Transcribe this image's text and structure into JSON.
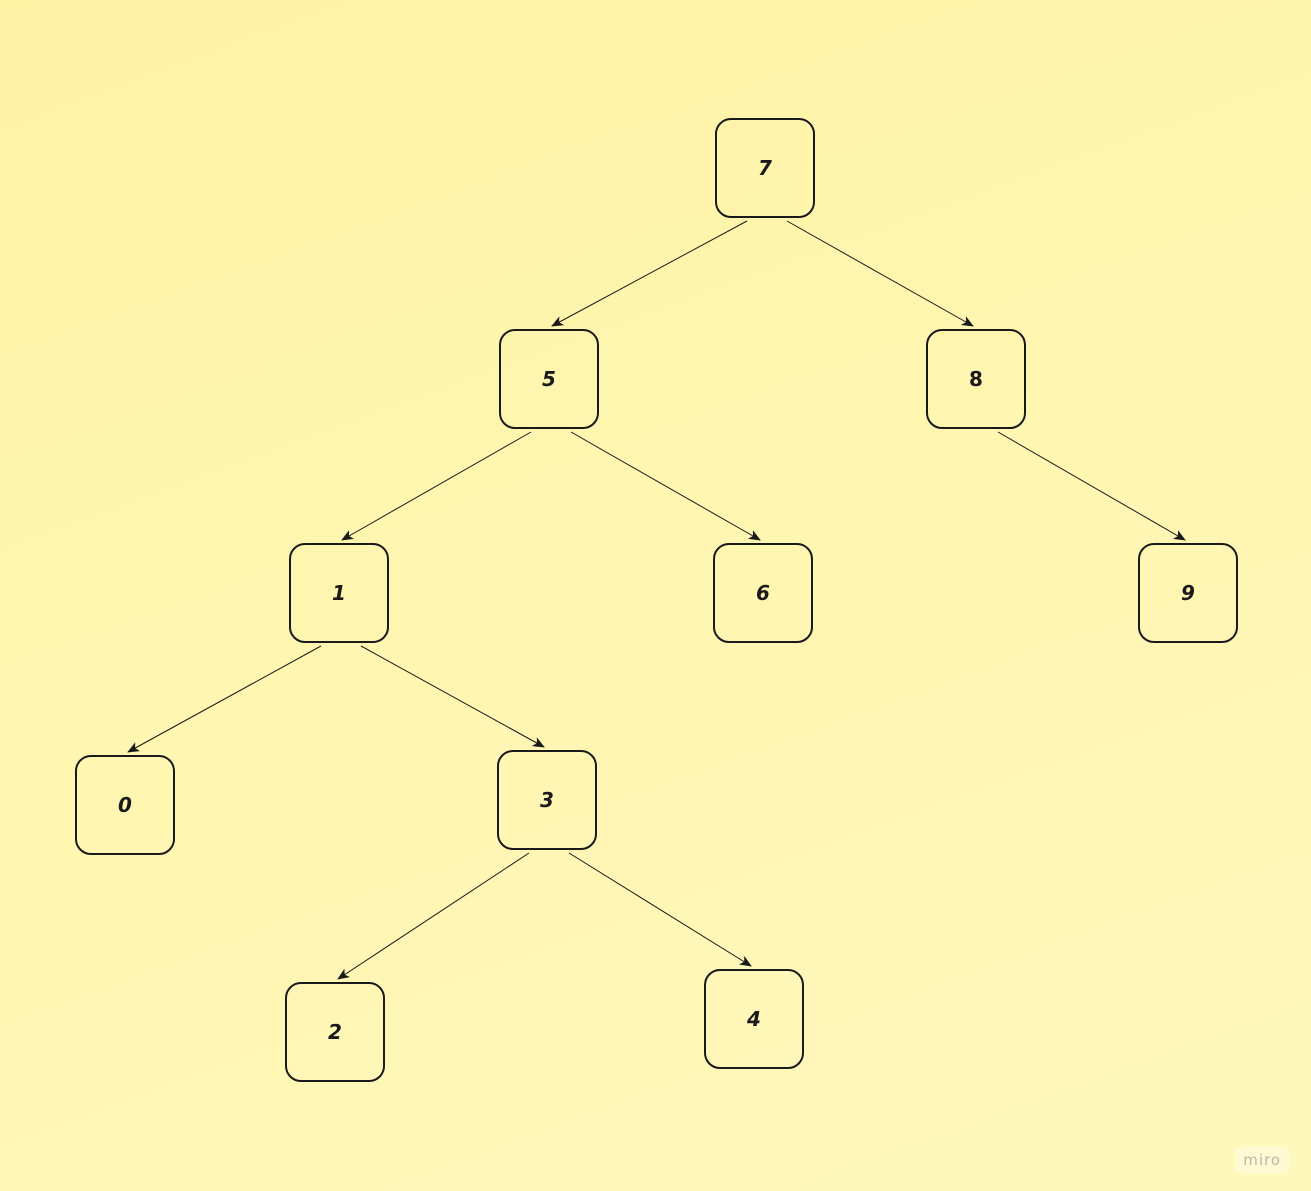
{
  "diagram": {
    "nodes": [
      {
        "id": "n7",
        "label": "7"
      },
      {
        "id": "n5",
        "label": "5"
      },
      {
        "id": "n8",
        "label": "8"
      },
      {
        "id": "n1",
        "label": "1"
      },
      {
        "id": "n6",
        "label": "6"
      },
      {
        "id": "n9",
        "label": "9"
      },
      {
        "id": "n0",
        "label": "0"
      },
      {
        "id": "n3",
        "label": "3"
      },
      {
        "id": "n2",
        "label": "2"
      },
      {
        "id": "n4",
        "label": "4"
      }
    ],
    "edges": [
      {
        "from": "n7",
        "to": "n5"
      },
      {
        "from": "n7",
        "to": "n8"
      },
      {
        "from": "n5",
        "to": "n1"
      },
      {
        "from": "n5",
        "to": "n6"
      },
      {
        "from": "n8",
        "to": "n9"
      },
      {
        "from": "n1",
        "to": "n0"
      },
      {
        "from": "n1",
        "to": "n3"
      },
      {
        "from": "n3",
        "to": "n2"
      },
      {
        "from": "n3",
        "to": "n4"
      }
    ]
  },
  "watermark": "miro",
  "colors": {
    "stroke": "#1a1a1a",
    "background": "#fff6b3"
  }
}
